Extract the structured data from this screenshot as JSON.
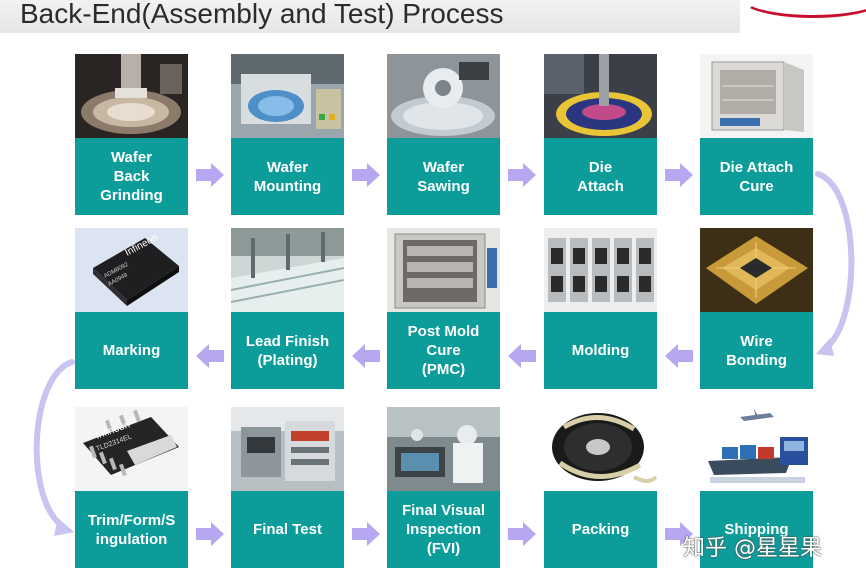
{
  "title": "Back-End(Assembly and Test) Process",
  "colors": {
    "accent": "#0c9c9a",
    "arrow": "#b7a6f0",
    "curve": "#c9c3ef"
  },
  "rows": [
    {
      "steps": [
        {
          "label": "Wafer\nBack\nGrinding",
          "icon": "wafer-grinding-photo"
        },
        {
          "label": "Wafer\nMounting",
          "icon": "wafer-mounting-photo"
        },
        {
          "label": "Wafer\nSawing",
          "icon": "wafer-sawing-photo"
        },
        {
          "label": "Die\nAttach",
          "icon": "die-attach-photo"
        },
        {
          "label": "Die Attach\nCure",
          "icon": "cure-oven-photo"
        }
      ]
    },
    {
      "steps": [
        {
          "label": "Marking",
          "icon": "marked-chip-photo"
        },
        {
          "label": "Lead Finish\n(Plating)",
          "icon": "plating-line-photo"
        },
        {
          "label": "Post Mold\nCure\n(PMC)",
          "icon": "pmc-oven-photo"
        },
        {
          "label": "Molding",
          "icon": "molding-strip-photo"
        },
        {
          "label": "Wire\nBonding",
          "icon": "wire-bonding-photo"
        }
      ]
    },
    {
      "steps": [
        {
          "label": "Trim/Form/S\ningulation",
          "icon": "trimmed-package-photo"
        },
        {
          "label": "Final Test",
          "icon": "final-test-photo"
        },
        {
          "label": "Final Visual\nInspection\n(FVI)",
          "icon": "inspection-photo"
        },
        {
          "label": "Packing",
          "icon": "tape-reel-photo"
        },
        {
          "label": "Shipping",
          "icon": "shipping-photo"
        }
      ]
    }
  ],
  "chip_markings": {
    "marking_brand": "Infineon",
    "marking_line1": "ADM8092",
    "marking_line2": "AA0949",
    "trim_brand": "Infineon",
    "trim_line1": "TLD2314EL"
  },
  "watermark": "知乎 @星星果"
}
